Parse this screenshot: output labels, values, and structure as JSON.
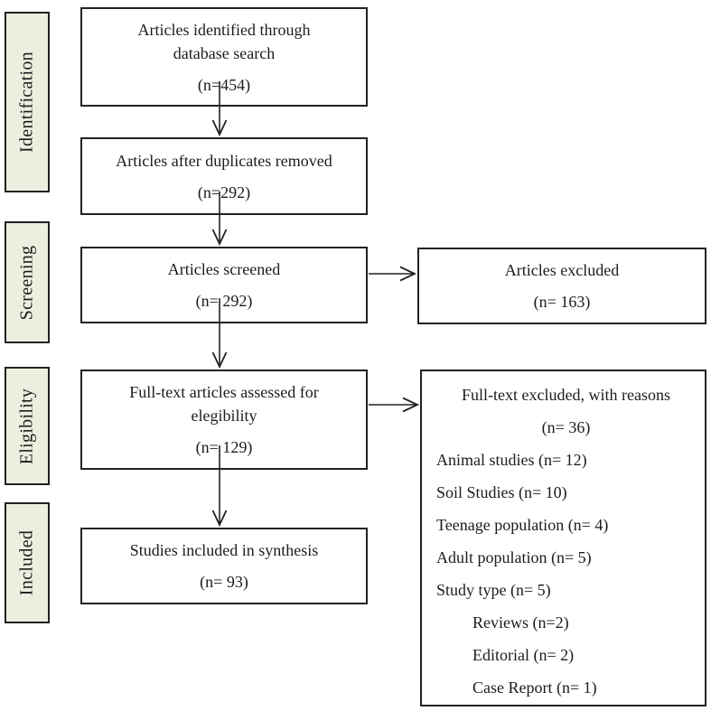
{
  "diagram": {
    "stages": {
      "identification": "Identification",
      "screening": "Screening",
      "eligibility": "Eligibility",
      "included": "Included"
    },
    "boxes": {
      "identified": {
        "line1": "Articles identified through",
        "line2": "database search",
        "count": "(n=454)"
      },
      "duplicates_removed": {
        "line1": "Articles after duplicates removed",
        "count": "(n=292)"
      },
      "screened": {
        "line1": "Articles screened",
        "count": "(n= 292)"
      },
      "fulltext_assessed": {
        "line1": "Full-text articles assessed for",
        "line2": "elegibility",
        "count": "(n= 129)"
      },
      "studies_included": {
        "line1": "Studies included in synthesis",
        "count": "(n= 93)"
      },
      "articles_excluded": {
        "line1": "Articles excluded",
        "count": "(n= 163)"
      },
      "fulltext_excluded": {
        "title": "Full-text excluded, with reasons",
        "count": "(n= 36)",
        "items": [
          {
            "text": "Animal studies (n= 12)"
          },
          {
            "text": "Soil Studies (n= 10)"
          },
          {
            "text": "Teenage population (n= 4)"
          },
          {
            "text": "Adult population (n= 5)"
          },
          {
            "text": "Study type (n= 5)"
          },
          {
            "text": "Reviews (n=2)"
          },
          {
            "text": "Editorial (n= 2)"
          },
          {
            "text": "Case Report (n= 1)"
          }
        ]
      }
    },
    "colors": {
      "stage_fill": "#ecefdf",
      "border": "#222222",
      "background": "#ffffff"
    }
  }
}
